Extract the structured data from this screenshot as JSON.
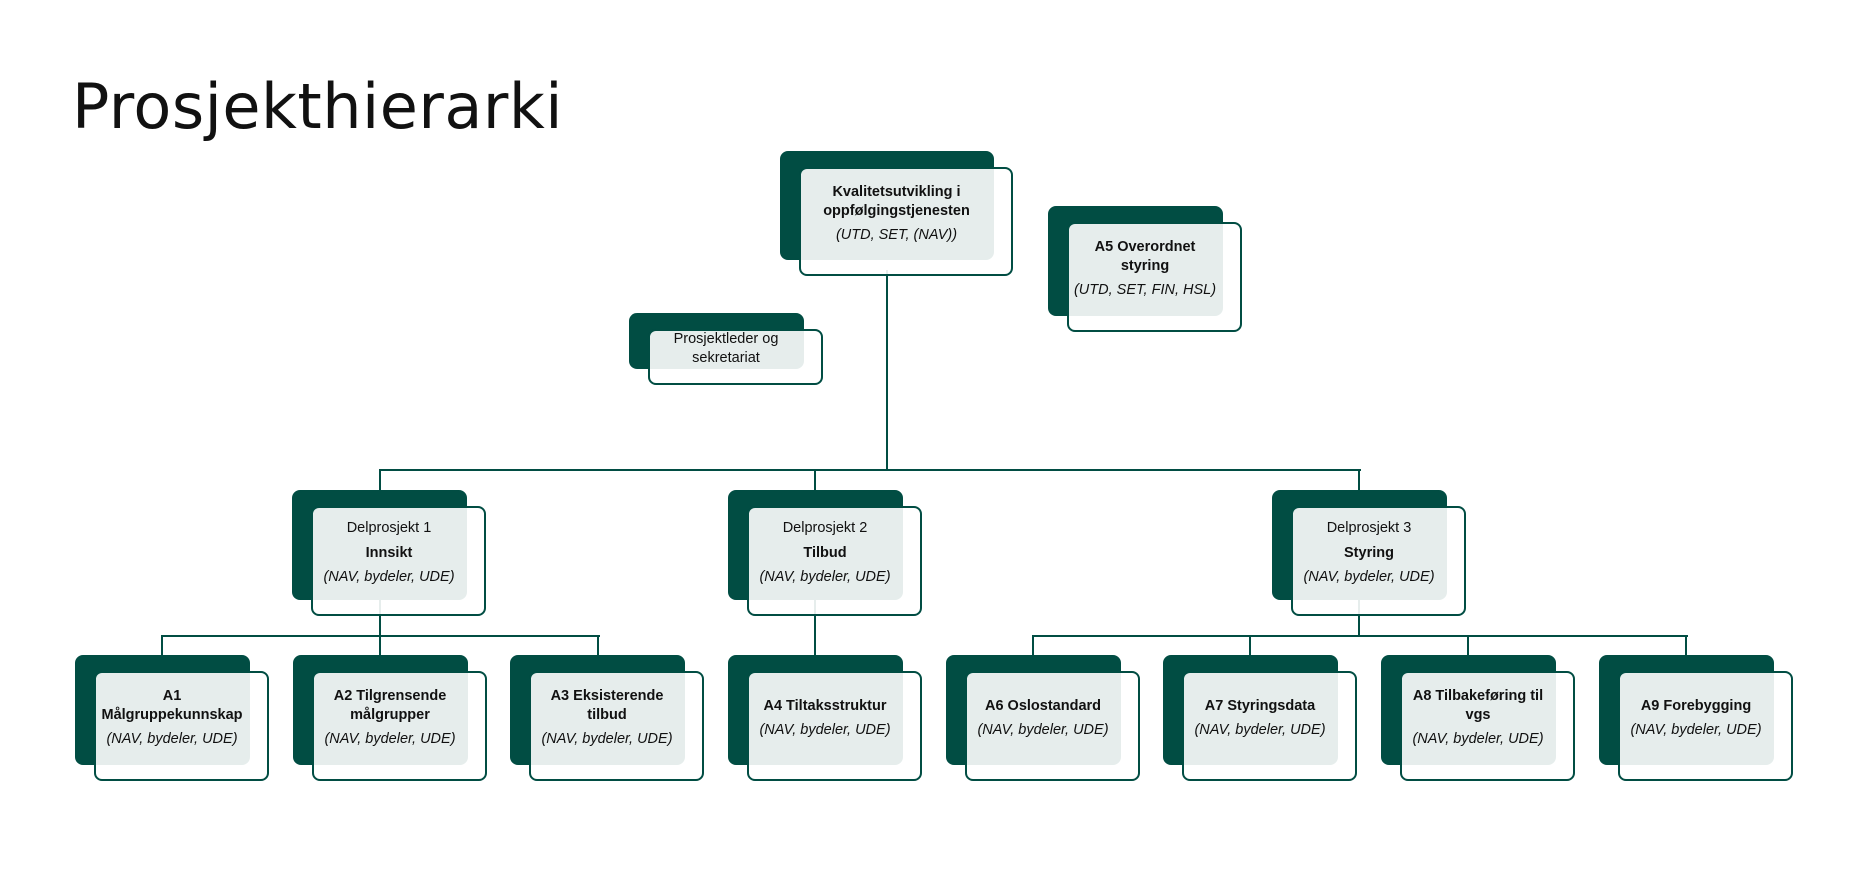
{
  "title": "Prosjekthierarki",
  "colors": {
    "dark": "#014d43",
    "light": "#e6edec"
  },
  "root": {
    "title": "Kvalitetsutvikling i oppfølgingstjenesten",
    "owners": "(UTD, SET, (NAV))"
  },
  "a5": {
    "title": "A5 Overordnet styring",
    "owners": "(UTD, SET, FIN, HSL)"
  },
  "secretariat": {
    "title": "Prosjektleder og sekretariat"
  },
  "subprojects": [
    {
      "label": "Delprosjekt 1",
      "title": "Innsikt",
      "owners": "(NAV, bydeler, UDE)"
    },
    {
      "label": "Delprosjekt 2",
      "title": "Tilbud",
      "owners": "(NAV, bydeler, UDE)"
    },
    {
      "label": "Delprosjekt 3",
      "title": "Styring",
      "owners": "(NAV, bydeler, UDE)"
    }
  ],
  "activities": [
    {
      "title": "A1 Målgruppekunnskap",
      "owners": "(NAV, bydeler, UDE)"
    },
    {
      "title": "A2 Tilgrensende målgrupper",
      "owners": "(NAV, bydeler, UDE)"
    },
    {
      "title": "A3 Eksisterende tilbud",
      "owners": "(NAV, bydeler, UDE)"
    },
    {
      "title": "A4 Tiltaksstruktur",
      "owners": "(NAV, bydeler, UDE)"
    },
    {
      "title": "A6 Oslostandard",
      "owners": "(NAV, bydeler, UDE)"
    },
    {
      "title": "A7 Styringsdata",
      "owners": "(NAV, bydeler, UDE)"
    },
    {
      "title": "A8 Tilbakeføring til vgs",
      "owners": "(NAV, bydeler, UDE)"
    },
    {
      "title": "A9 Forebygging",
      "owners": "(NAV, bydeler, UDE)"
    }
  ]
}
